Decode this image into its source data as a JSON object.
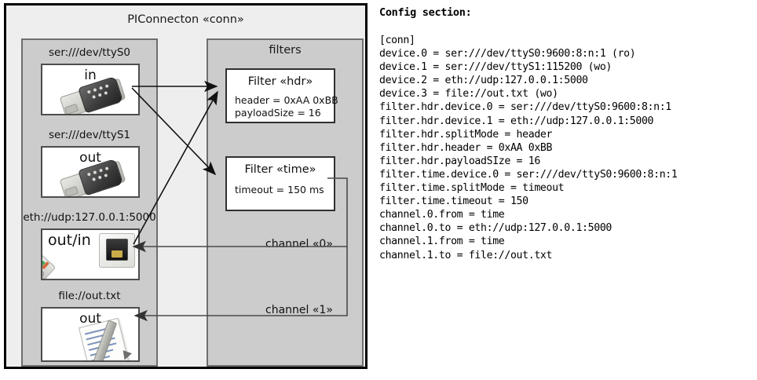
{
  "diagram": {
    "title": "PIConnecton «conn»",
    "groups": {
      "devices_title": "",
      "filters_title": "filters"
    },
    "devices": [
      {
        "label": "ser:///dev/ttyS0",
        "direction": "in",
        "icon": "serial-port-icon"
      },
      {
        "label": "ser:///dev/ttyS1",
        "direction": "out",
        "icon": "serial-port-icon"
      },
      {
        "label": "eth://udp:127.0.0.1:5000",
        "direction": "out/in",
        "icon": "ethernet-jack-icon"
      },
      {
        "label": "file://out.txt",
        "direction": "out",
        "icon": "text-file-icon"
      }
    ],
    "filters": [
      {
        "title": "Filter «hdr»",
        "props": [
          "header = 0xAA 0xBB",
          "payloadSize = 16"
        ]
      },
      {
        "title": "Filter «time»",
        "props": [
          "timeout = 150 ms"
        ]
      }
    ],
    "channels": [
      {
        "label": "channel «0»"
      },
      {
        "label": "channel «1»"
      }
    ]
  },
  "config": {
    "heading": "Config section:",
    "lines": "[conn]\ndevice.0 = ser:///dev/ttyS0:9600:8:n:1 (ro)\ndevice.1 = ser:///dev/ttyS1:115200 (wo)\ndevice.2 = eth://udp:127.0.0.1:5000\ndevice.3 = file://out.txt (wo)\nfilter.hdr.device.0 = ser:///dev/ttyS0:9600:8:n:1\nfilter.hdr.device.1 = eth://udp:127.0.0.1:5000\nfilter.hdr.splitMode = header\nfilter.hdr.header = 0xAA 0xBB\nfilter.hdr.payloadSIze = 16\nfilter.time.device.0 = ser:///dev/ttyS0:9600:8:n:1\nfilter.time.splitMode = timeout\nfilter.time.timeout = 150\nchannel.0.from = time\nchannel.0.to = eth://udp:127.0.0.1:5000\nchannel.1.from = time\nchannel.1.to = file://out.txt"
  },
  "colors": {
    "frame_border": "#000000",
    "frame_fill": "#eeeeee",
    "group_fill": "#cccccc",
    "group_border": "#6e6e6e",
    "box_fill": "#ffffff",
    "box_border": "#4d4d4d",
    "connector": "#4a4a4a",
    "arrow_dark": "#111111"
  }
}
